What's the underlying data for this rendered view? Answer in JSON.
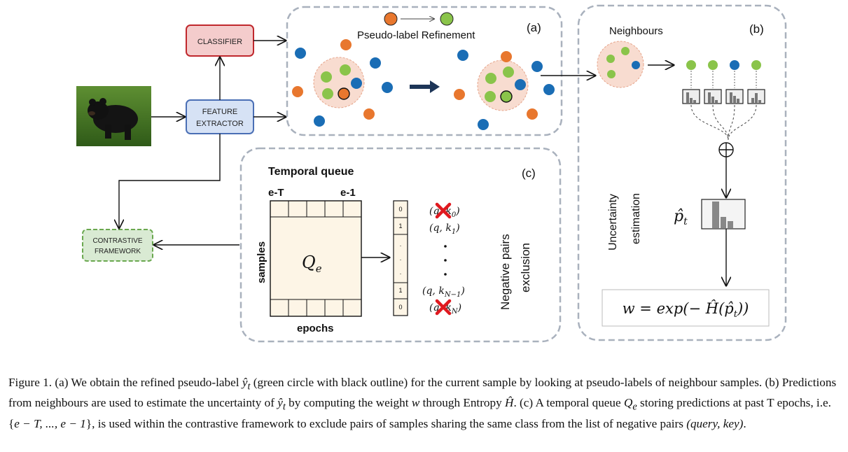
{
  "boxes": {
    "classifier": "CLASSIFIER",
    "feature_extractor": [
      "FEATURE",
      "EXTRACTOR"
    ],
    "contrastive": [
      "CONTRASTIVE",
      "FRAMEWORK"
    ]
  },
  "panel_a": {
    "tag": "(a)",
    "title": "Pseudo-label Refinement"
  },
  "panel_b": {
    "tag": "(b)",
    "title": "Neighbours",
    "uncertainty": [
      "Uncertainty",
      "estimation"
    ],
    "p_label": "p̂",
    "p_sub": "t",
    "formula": "w = exp(− Ĥ(p̂",
    "formula_sub": "t",
    "formula_end": "))"
  },
  "panel_c": {
    "tag": "(c)",
    "title": "Temporal queue",
    "e_start": "e-T",
    "e_end": "e-1",
    "samples": "samples",
    "epochs": "epochs",
    "Q": "Q",
    "Q_sub": "e",
    "bits": [
      "0",
      "1",
      ".",
      ".",
      ".",
      "1",
      "0"
    ],
    "pairs": [
      "(q, k",
      "(q, k",
      "(q, k",
      "(q, k"
    ],
    "pair_subs": [
      "0",
      "1",
      "N−1",
      "N"
    ],
    "pair_ends": [
      ")",
      ")",
      ")",
      ")"
    ],
    "negative": [
      "Negative pairs",
      "exclusion"
    ]
  },
  "caption": {
    "s1": "Figure 1. (a) We obtain the refined pseudo-label ",
    "yhat": "ŷ",
    "yt": "t",
    "s2": " (green circle with black outline) for the current sample by looking at pseudo-labels of neighbour samples. (b) Predictions from neighbours are used to estimate the uncertainty of ",
    "s3": " by computing the weight ",
    "w": "w",
    "s4": " through Entropy ",
    "H": "Ĥ",
    "s5": ". (c) A temporal queue ",
    "Q": "Q",
    "Qe": "e",
    "s6": " storing predictions at past T epochs, i.e. {",
    "set": "e − T, ..., e − 1",
    "s7": "}, is used within the contrastive framework to exclude pairs of samples sharing the same class from the list of negative pairs ",
    "qk": "(query, key)",
    "s8": "."
  },
  "colors": {
    "blue": "#1a6db5",
    "orange": "#e8772e",
    "green": "#8ac44a",
    "red": "#d0282c",
    "navy": "#1d3557",
    "dashed": "#a9b1bd"
  }
}
